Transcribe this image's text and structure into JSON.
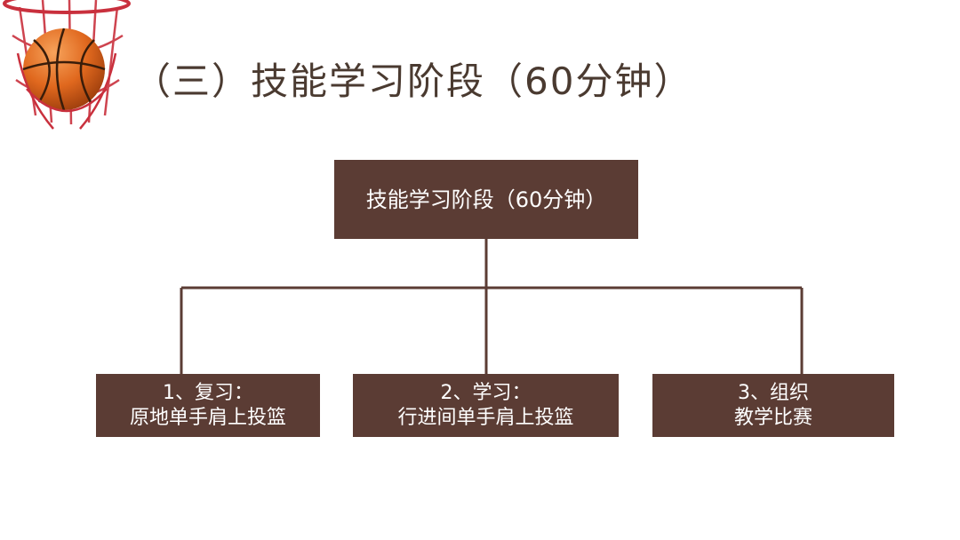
{
  "slide": {
    "title": "（三）技能学习阶段（60分钟）"
  },
  "diagram": {
    "root": {
      "label": "技能学习阶段（60分钟）"
    },
    "children": [
      {
        "line1": "1、复习：",
        "line2": "原地单手肩上投篮"
      },
      {
        "line1": "2、学习：",
        "line2": "行进间单手肩上投篮"
      },
      {
        "line1": "3、组织",
        "line2": "教学比赛"
      }
    ]
  },
  "colors": {
    "box_fill": "#5b3c34",
    "connector": "#5b3c34",
    "title_text": "#4a3a30",
    "ball": "#e0681e",
    "hoop_net": "#c9303d"
  },
  "icons": {
    "decoration": "basketball-hoop-icon"
  }
}
